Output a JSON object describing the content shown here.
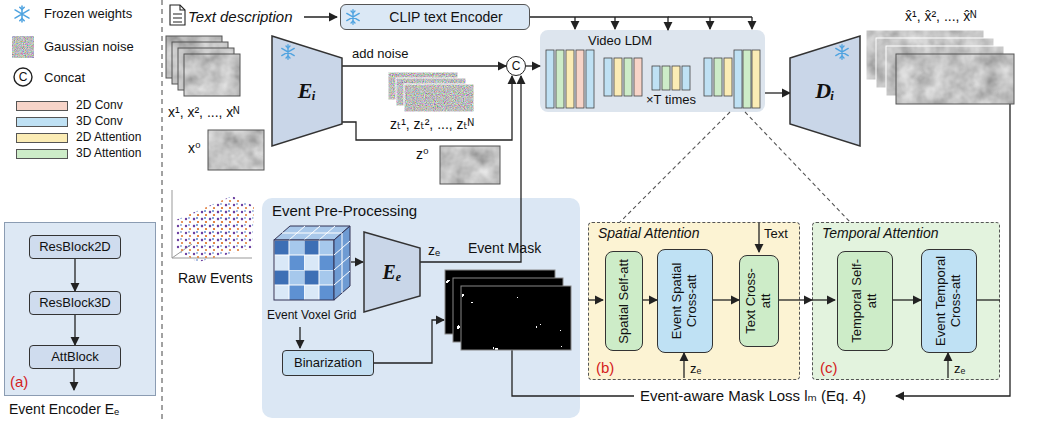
{
  "diagram": {
    "nodes": [
      {
        "text": [
          "(a)",
          "Event Encoder Eₑ"
        ]
      },
      {
        "text": [
          "ResBlock2D"
        ],
        "in": 0
      },
      {
        "text": [
          "ResBlock3D"
        ],
        "in": 0
      },
      {
        "text": [
          "AttBlock"
        ],
        "in": 0
      },
      {
        "text": [
          "CLIP text Encoder"
        ]
      },
      {
        "text": [
          "Eᵢ"
        ]
      },
      {
        "text": [
          "C"
        ]
      },
      {
        "text": [
          "Video LDM",
          "×T times"
        ]
      },
      {
        "text": [
          "Dᵢ"
        ]
      },
      {
        "text": [
          "Event Pre-Processing"
        ]
      },
      {
        "text": [
          "Eₑ"
        ],
        "in": 9
      },
      {
        "text": [
          "Binarization"
        ],
        "in": 9
      },
      {
        "text": [
          "Spatial Attention",
          "(b)"
        ]
      },
      {
        "text": [
          "Spatial Self-att"
        ],
        "in": 12
      },
      {
        "text": [
          "Event Spatial Cross-att"
        ],
        "in": 12
      },
      {
        "text": [
          "Text Cross-att"
        ],
        "in": 12
      },
      {
        "text": [
          "Temporal Attention",
          "(c)"
        ]
      },
      {
        "text": [
          "Temporal Self-att"
        ],
        "in": 16
      },
      {
        "text": [
          "Event Temporal Cross-att"
        ],
        "in": 16
      }
    ],
    "edges": [
      {
        "from": 1,
        "to": 2,
        "arrow": "to"
      },
      {
        "from": 2,
        "to": 3,
        "arrow": "to"
      },
      {
        "from": 4,
        "to": 7,
        "arrow": "to"
      },
      {
        "from": 5,
        "to": 6,
        "arrow": "to"
      },
      {
        "from": 5,
        "to": 6,
        "arrow": "to"
      },
      {
        "from": 6,
        "to": 7,
        "arrow": "to"
      },
      {
        "from": 7,
        "to": 8,
        "arrow": "to"
      },
      {
        "from": 10,
        "to": 6,
        "arrow": "to"
      },
      {
        "from": 7,
        "to": 12,
        "arrow": "none"
      },
      {
        "from": 7,
        "to": 16,
        "arrow": "none"
      },
      {
        "from": 13,
        "to": 14,
        "arrow": "to"
      },
      {
        "from": 14,
        "to": 15,
        "arrow": "to"
      },
      {
        "from": 12,
        "to": 16,
        "arrow": "to"
      },
      {
        "from": 17,
        "to": 18,
        "arrow": "to"
      }
    ],
    "labels": [
      "C",
      "Text description",
      "x¹, x², ..., xᴺ",
      "x⁰",
      "add noise",
      "zₜ¹, zₜ², ..., zₜᴺ",
      "z⁰",
      "x̂¹, x̂², ..., x̂ᴺ",
      "Raw Events",
      "Event Voxel Grid",
      "zₑ",
      "Event Mask",
      "Text",
      "zₑ",
      "zₑ",
      "Event-aware Mask Loss lₘ (Eq. 4)"
    ],
    "legend": [
      {
        "text": "Frozen weights"
      },
      {
        "text": "Gaussian noise"
      },
      {
        "text": "Concat"
      },
      {
        "text": "2D Conv",
        "color": "#f7d4c8"
      },
      {
        "text": "3D Conv",
        "color": "#bfe1f4"
      },
      {
        "text": "2D Attention",
        "color": "#fbecb5"
      },
      {
        "text": "3D Attention",
        "color": "#cdecc8"
      }
    ]
  }
}
